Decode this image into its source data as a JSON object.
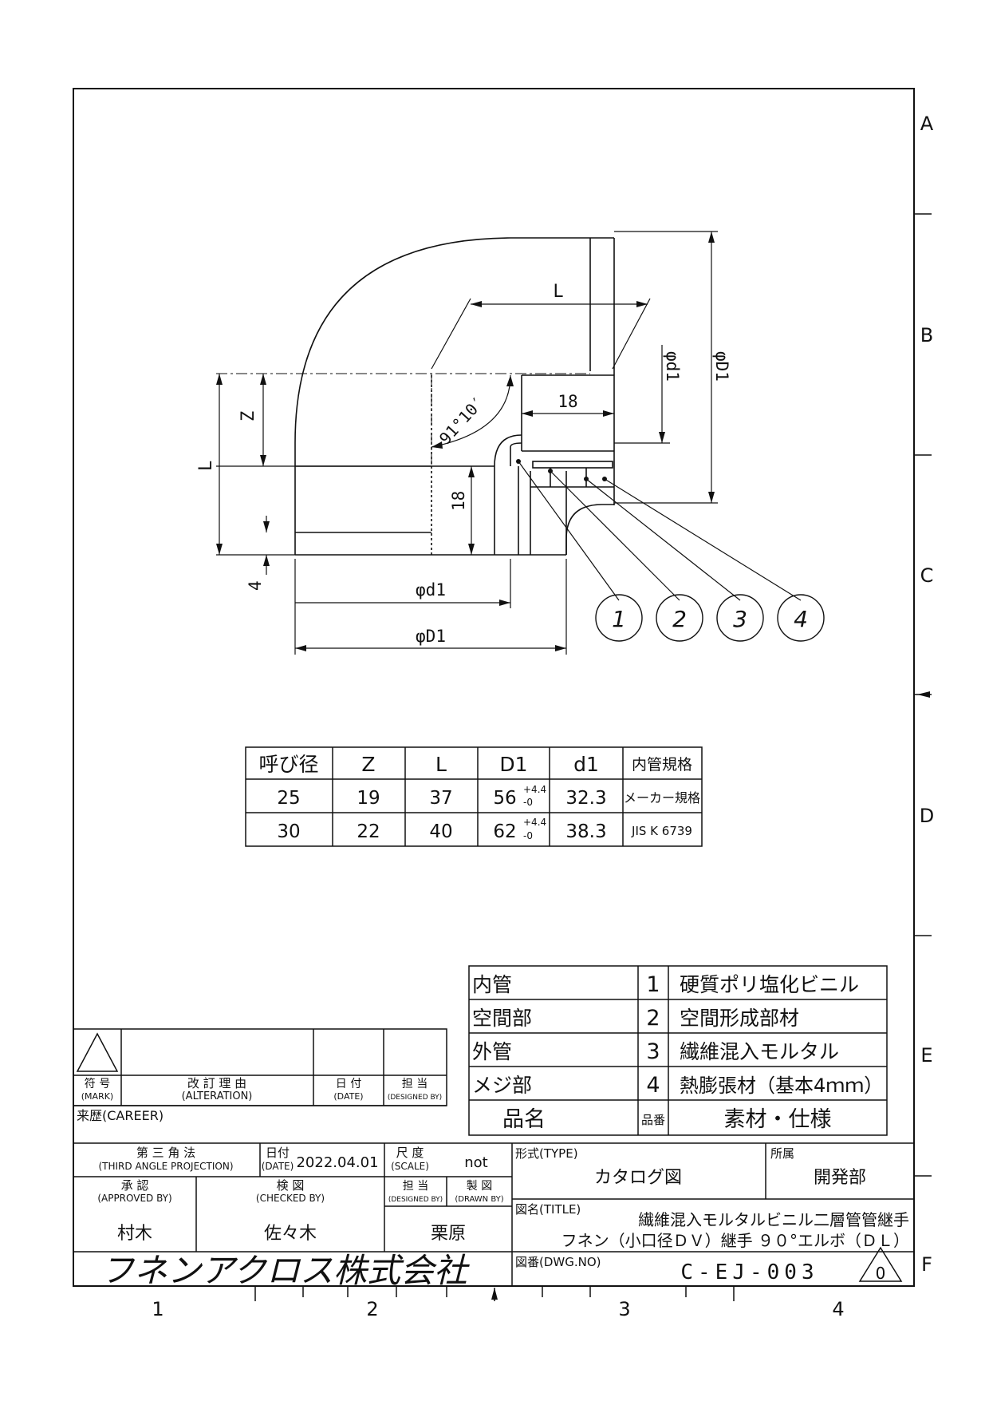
{
  "border": {
    "rows": [
      "A",
      "B",
      "C",
      "D",
      "E",
      "F"
    ],
    "cols": [
      "1",
      "2",
      "3",
      "4"
    ]
  },
  "drawing": {
    "dim_L_diag": "L",
    "dim_phi_d1_right": "φd1",
    "dim_phi_D1_right": "φD1",
    "dim_18_top": "18",
    "angle": "91°10′",
    "dim_Z": "Z",
    "dim_L_left": "L",
    "dim_18_side": "18",
    "dim_4": "4",
    "dim_phi_d1_bottom": "φd1",
    "dim_phi_D1_bottom": "φD1",
    "balloons": [
      "1",
      "2",
      "3",
      "4"
    ]
  },
  "dim_table": {
    "headers": [
      "呼び径",
      "Z",
      "L",
      "D1",
      "d1",
      "内管規格"
    ],
    "rows": [
      {
        "size": "25",
        "z": "19",
        "l": "37",
        "d1_val": "56",
        "tol_plus": "+4.4",
        "tol_minus": "-0",
        "dsmall": "32.3",
        "std": "メーカー規格"
      },
      {
        "size": "30",
        "z": "22",
        "l": "40",
        "d1_val": "62",
        "tol_plus": "+4.4",
        "tol_minus": "-0",
        "dsmall": "38.3",
        "std": "JIS K 6739"
      }
    ]
  },
  "parts_table": {
    "rows": [
      {
        "name": "内管",
        "no": "1",
        "material": "硬質ポリ塩化ビニル"
      },
      {
        "name": "空間部",
        "no": "2",
        "material": "空間形成部材"
      },
      {
        "name": "外管",
        "no": "3",
        "material": "繊維混入モルタル"
      },
      {
        "name": "メジ部",
        "no": "4",
        "material": "熱膨張材（基本4ｍｍ）"
      }
    ],
    "header": {
      "name": "品名",
      "no": "品番",
      "material": "素材・仕様"
    }
  },
  "revision": {
    "mark_jp": "符 号",
    "mark_en": "(MARK)",
    "alter_jp": "改 訂 理 由",
    "alter_en": "(ALTERATION)",
    "date_jp": "日 付",
    "date_en": "(DATE)",
    "designed_jp": "担 当",
    "designed_en": "(DESIGNED BY)",
    "career": "来歴(CAREER)"
  },
  "title_block": {
    "projection_jp": "第 三 角 法",
    "projection_en": "(THIRD ANGLE PROJECTION)",
    "date_label_jp": "日付",
    "date_label_en": "(DATE)",
    "date_value": "2022.04.01",
    "scale_label_jp": "尺 度",
    "scale_label_en": "(SCALE)",
    "scale_value": "not",
    "type_label": "形式(TYPE)",
    "type_value": "カタログ図",
    "dept_label": "所属",
    "dept_value": "開発部",
    "approved_jp": "承 認",
    "approved_en": "(APPROVED BY)",
    "approved_value": "村木",
    "checked_jp": "検 図",
    "checked_en": "(CHECKED BY)",
    "checked_value": "佐々木",
    "designed_jp": "担 当",
    "designed_en": "(DESIGNED BY)",
    "drawn_jp": "製 図",
    "drawn_en": "(DRAWN BY)",
    "designed_value": "栗原",
    "title_label": "図名(TITLE)",
    "title_line1": "繊維混入モルタルビニル二層管管継手",
    "title_line2": "フネン（小口径ＤＶ）継手 ９０°エルボ（ＤＬ）",
    "company": "フネンアクロス株式会社",
    "dwg_label": "図番(DWG.NO)",
    "dwg_value": "C-EJ-003",
    "revision_mark": "0"
  }
}
